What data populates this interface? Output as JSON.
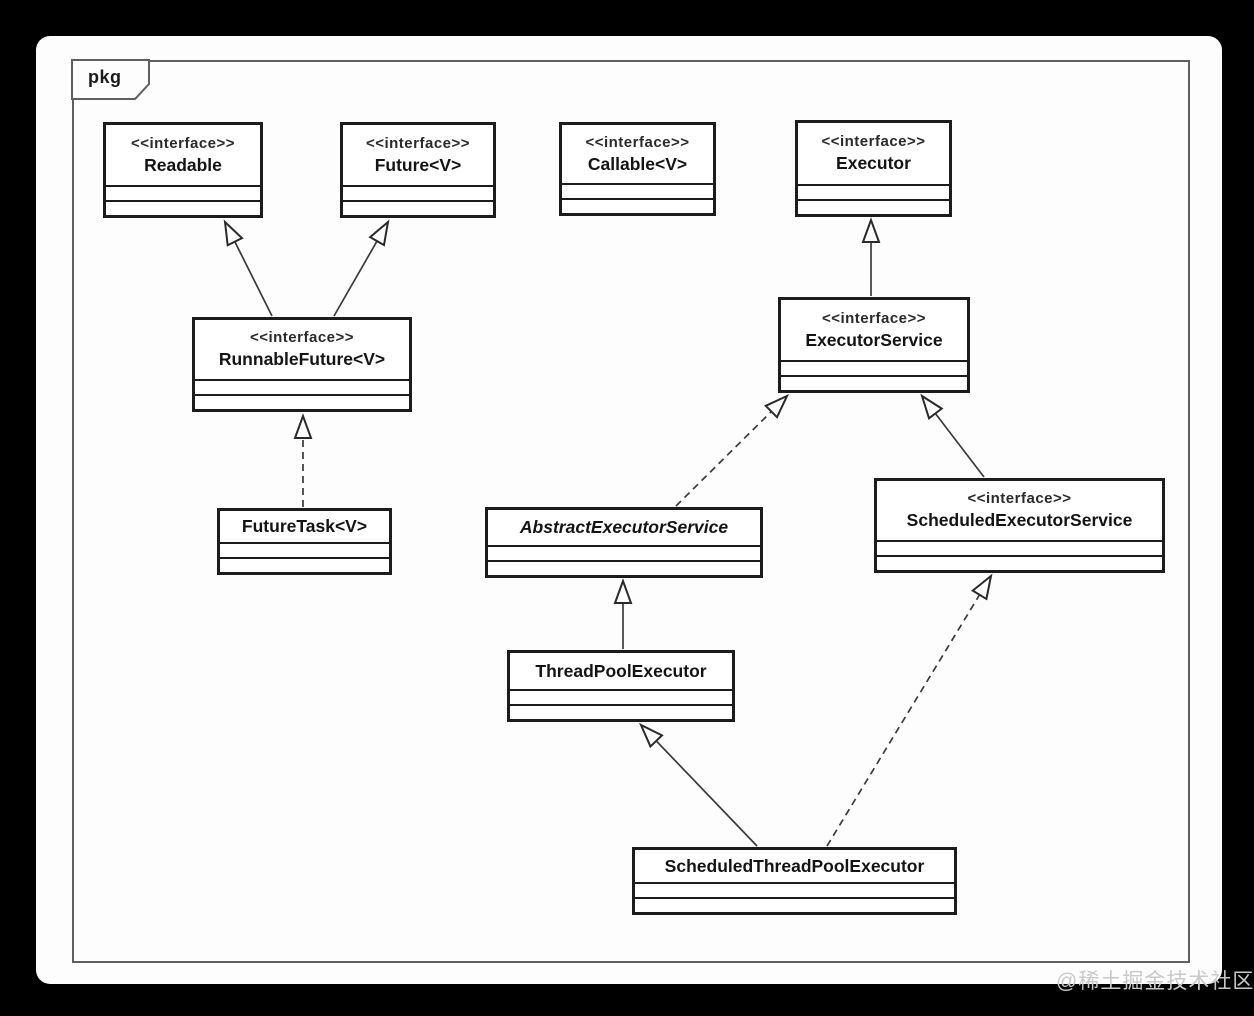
{
  "frame": {
    "label": "pkg"
  },
  "watermark": {
    "text": "@稀土掘金技术社区"
  },
  "colors": {
    "background": "#000000",
    "canvas": "#fdfdfd",
    "box_border": "#1c1c1c",
    "frame_border": "#5f5f5f",
    "line": "#3a3a3a",
    "watermark": "#c9c9c9"
  },
  "diagram": {
    "classes": [
      {
        "id": "readable",
        "stereotype": "<<interface>>",
        "name": "Readable"
      },
      {
        "id": "future",
        "stereotype": "<<interface>>",
        "name": "Future<V>"
      },
      {
        "id": "callable",
        "stereotype": "<<interface>>",
        "name": "Callable<V>"
      },
      {
        "id": "executor",
        "stereotype": "<<interface>>",
        "name": "Executor"
      },
      {
        "id": "runnable-future",
        "stereotype": "<<interface>>",
        "name": "RunnableFuture<V>"
      },
      {
        "id": "future-task",
        "stereotype": "",
        "name": "FutureTask<V>"
      },
      {
        "id": "executor-service",
        "stereotype": "<<interface>>",
        "name": "ExecutorService"
      },
      {
        "id": "abstract-executor-service",
        "stereotype": "",
        "name": "AbstractExecutorService"
      },
      {
        "id": "scheduled-executor-service",
        "stereotype": "<<interface>>",
        "name": "ScheduledExecutorService"
      },
      {
        "id": "thread-pool-executor",
        "stereotype": "",
        "name": "ThreadPoolExecutor"
      },
      {
        "id": "scheduled-thread-pool-executor",
        "stereotype": "",
        "name": "ScheduledThreadPoolExecutor"
      }
    ],
    "edges": [
      {
        "from": "RunnableFuture<V>",
        "to": "Readable",
        "type": "generalization",
        "line": "solid"
      },
      {
        "from": "RunnableFuture<V>",
        "to": "Future<V>",
        "type": "generalization",
        "line": "solid"
      },
      {
        "from": "FutureTask<V>",
        "to": "RunnableFuture<V>",
        "type": "realization",
        "line": "dashed"
      },
      {
        "from": "ExecutorService",
        "to": "Executor",
        "type": "generalization",
        "line": "solid"
      },
      {
        "from": "AbstractExecutorService",
        "to": "ExecutorService",
        "type": "realization",
        "line": "dashed"
      },
      {
        "from": "ScheduledExecutorService",
        "to": "ExecutorService",
        "type": "generalization",
        "line": "solid"
      },
      {
        "from": "ThreadPoolExecutor",
        "to": "AbstractExecutorService",
        "type": "generalization",
        "line": "solid"
      },
      {
        "from": "ScheduledThreadPoolExecutor",
        "to": "ThreadPoolExecutor",
        "type": "generalization",
        "line": "solid"
      },
      {
        "from": "ScheduledThreadPoolExecutor",
        "to": "ScheduledExecutorService",
        "type": "realization",
        "line": "dashed"
      }
    ]
  }
}
